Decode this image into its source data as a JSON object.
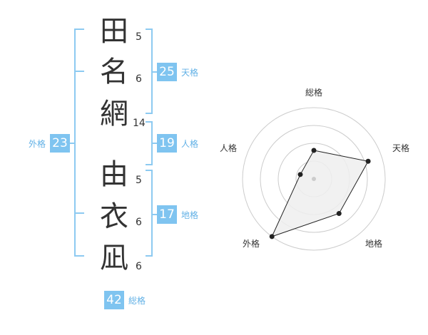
{
  "name_chars": [
    {
      "char": "田",
      "strokes": "5"
    },
    {
      "char": "名",
      "strokes": "6"
    },
    {
      "char": "網",
      "strokes": "14"
    },
    {
      "char": "由",
      "strokes": "5"
    },
    {
      "char": "衣",
      "strokes": "6"
    },
    {
      "char": "凪",
      "strokes": "6"
    }
  ],
  "fortunes": {
    "tenkaku": {
      "label": "天格",
      "value": "25"
    },
    "jinkaku": {
      "label": "人格",
      "value": "19"
    },
    "chikaku": {
      "label": "地格",
      "value": "17"
    },
    "gaikaku": {
      "label": "外格",
      "value": "23"
    },
    "soukaku": {
      "label": "総格",
      "value": "42"
    }
  },
  "radar": {
    "axes": [
      "総格",
      "天格",
      "地格",
      "外格",
      "人格"
    ],
    "rings": 4,
    "scores": [
      2,
      4,
      3,
      5,
      1
    ],
    "max": 5,
    "colors": {
      "fill": "#efefef",
      "line": "#222222",
      "ring": "#cccccc",
      "center": "#cccccc"
    }
  },
  "colors": {
    "accent": "#7fc4f0",
    "accent_text": "#62b1e6"
  }
}
